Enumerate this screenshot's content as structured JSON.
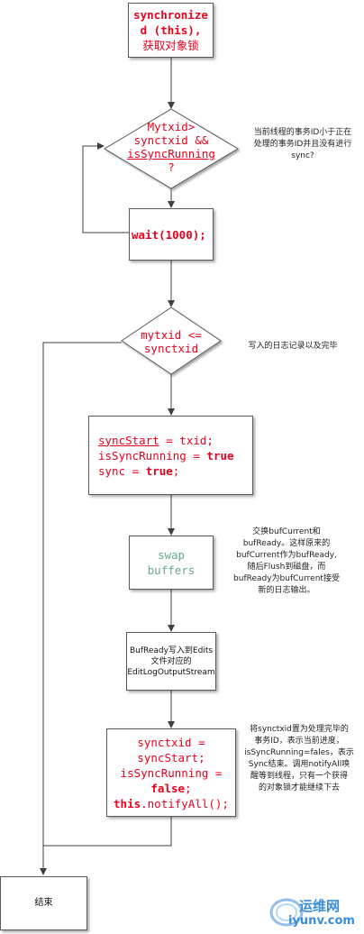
{
  "nodes": {
    "lock": {
      "line1": "synchronize",
      "line2": "d (this),",
      "line3": "获取对象锁"
    },
    "cond1": {
      "line1": "Mytxid>",
      "line2": "synctxid &&",
      "line3": "isSyncRunning",
      "line4": "?"
    },
    "wait": {
      "text": "wait(1000);"
    },
    "cond2": {
      "line1": "mytxid <=",
      "line2": "synctxid"
    },
    "sync_start": {
      "l1a": "syncStart",
      "l1b": " = txid;",
      "l2a": "isSyncRunning = ",
      "l2b": "true",
      "l3a": "sync = ",
      "l3b": "true",
      "l3c": ";"
    },
    "swap": {
      "line1": "swap",
      "line2": "buffers"
    },
    "write": {
      "line1": "BufReady写入到Edits",
      "line2": "文件对应的",
      "line3": "EditLogOutputStream"
    },
    "finish_sync": {
      "l1": "synctxid =",
      "l2": "syncStart;",
      "l3": "isSyncRunning =",
      "l4": "false",
      "l4b": ";",
      "l5a": "this",
      "l5b": ".notifyAll();"
    },
    "end": {
      "text": "结束"
    }
  },
  "notes": {
    "cond1": {
      "line1": "当前线程的事务ID小于正在",
      "line2": "处理的事务ID并且没有进行",
      "line3": "sync?"
    },
    "cond2": {
      "line1": "写入的日志记录以及完毕"
    },
    "swap": {
      "line1": "交换bufCurrent和",
      "line2": "bufReady。这样原来的",
      "line3": "bufCurrent作为bufReady,",
      "line4": "随后Flush到磁盘，而",
      "line5": "bufReady为bufCurrent接受",
      "line6": "新的日志输出。"
    },
    "finish": {
      "line1": "将synctxid置为处理完毕的",
      "line2": "事务ID，表示当前进度，",
      "line3": "isSyncRunning=fales，表示",
      "line4": "Sync结束。调用notifyAll唤",
      "line5": "醒等到线程，只有一个获得",
      "line6": "的对象锁才能继续下去"
    }
  },
  "watermark": {
    "cn": "运维网",
    "en": "iyunv.com"
  },
  "colors": {
    "red": "#e8001c",
    "swap_green": "#6aa889",
    "arrow": "#3f3f3f",
    "watermark": "#3a8dd8"
  }
}
